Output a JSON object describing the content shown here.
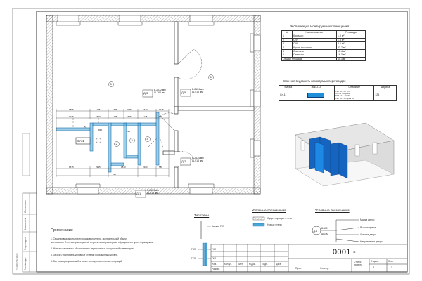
{
  "sheet": {
    "number": "0001 -",
    "status_label": "Статус\nпроекта",
    "sheet_label": "Лист",
    "sheet_value": "1",
    "stage_label": "Стадия",
    "stage_value": "Р",
    "title_col_headers": [
      "Изм.",
      "Кол.уч.",
      "Лист",
      "№док.",
      "Подп.",
      "Дата"
    ],
    "title_rows": [
      "Разраб.",
      "Пров.",
      "Н.контр."
    ],
    "stamp_text": "Р 01.2017  13.10.25",
    "left_strip": [
      "Согласовано",
      "Взам.инв.№",
      "Подп. и дата",
      "Инв.№ подл."
    ]
  },
  "rooms_table": {
    "title": "Экспликация монтируемых помещений",
    "headers": [
      "№",
      "Наименование",
      "Площадь"
    ],
    "rows": [
      [
        "1",
        "Коридор",
        "1.9 м²"
      ],
      [
        "2",
        "С/У",
        "1.5 м²"
      ],
      [
        "3",
        "С/У",
        "8.6 м²"
      ],
      [
        "4",
        "Кухня-гостиная",
        "23.7 м²"
      ],
      [
        "5",
        "Спальня",
        "13.4 м²"
      ],
      [
        "6",
        "Спальня",
        "16.3 м²"
      ]
    ],
    "total_label": "Общая площадь",
    "total_value": "65.3 м²"
  },
  "partition_table": {
    "title": "Сменная ведомость возводимых перегородок",
    "headers": [
      "Марка",
      "Эск.О-О",
      "Описание",
      "Ширина"
    ],
    "mark": "Сп-1",
    "desc_lines": [
      "ГКЛ 12.5 + ПС-2",
      "ПС-75 профиль",
      "ГКЛ 12.5 + ГКЛ",
      "ГКЛ 12.5 + серия 10"
    ],
    "width": "125"
  },
  "plan": {
    "doors": [
      {
        "tag": "Д-5",
        "h": "В-2134 мм",
        "w": "Ш-915 мм"
      },
      {
        "tag": "Д-3",
        "h": "В-2032 мм",
        "w": "Ш-762 мм"
      },
      {
        "tag": "Д-2",
        "h": "В-2134 мм",
        "w": "Ш-915 мм"
      },
      {
        "tag": "Д-1",
        "h": "В-2134 мм",
        "w": "Ш-915 мм"
      }
    ],
    "partition_label": "Сп-1",
    "room_numbers": [
      "1",
      "2",
      "3",
      "4",
      "5",
      "6"
    ],
    "dims": [
      "1885",
      "1175",
      "1675",
      "2175",
      "1570",
      "1945",
      "1075",
      "1550",
      "1175",
      "1505",
      "1175",
      "825",
      "5",
      "830",
      "125",
      "1575",
      "2395",
      "1810",
      "2110",
      "580",
      "120"
    ]
  },
  "notes": {
    "title": "Примечание",
    "lines": [
      "1. Сводная ведомость перегородок выполнена, окончательный объём",
      "   материалов. В случае расхождений с проектными размерами обращаться к проектировщикам.",
      "2. Монтаж начинать с обозначенных вертикальных отступлений с нивелиром.",
      "3. За ось 0 принимать условные отметки пола данным уровня.",
      "4. Все размеры указаны без каких-то подготовительных операций."
    ]
  },
  "wall_type": {
    "title": "Тип стены",
    "frame_label": "Каркас ГКЛ",
    "gkl_labels": [
      "ГКЛ",
      "ГКЛ",
      "ГКЛ",
      "ГКЛ"
    ]
  },
  "legend": {
    "title": "Условные обозначения",
    "items": [
      "Существующие стены",
      "Новые стены"
    ]
  },
  "symbols": {
    "title": "Условные обозначения",
    "tag": "Д-1",
    "h": "В-100",
    "w": "Ш-100",
    "items": [
      "Марка двери",
      "Высота двери",
      "Ширина двери",
      "Направление двери"
    ]
  },
  "colors": {
    "accent": "#1f8fd8",
    "wall": "#333333",
    "new_wall": "#4aa6d6"
  }
}
